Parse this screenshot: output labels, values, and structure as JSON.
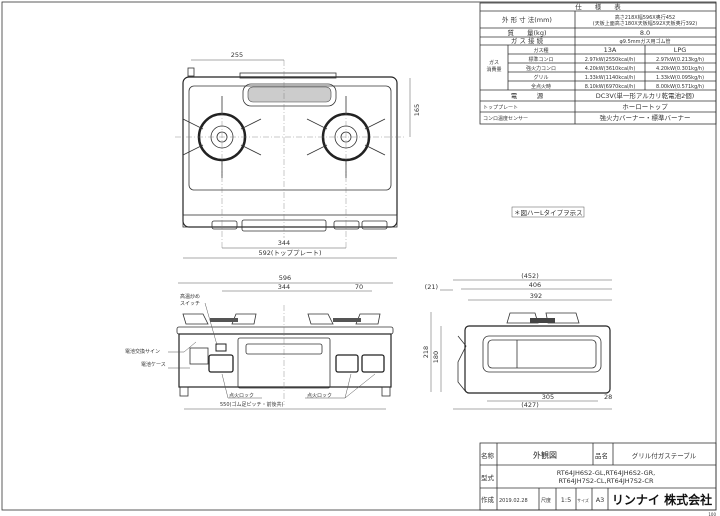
{
  "spec_table": {
    "title": "仕　　様　　表",
    "rows": {
      "outer_dims_label": "外 形 寸 法(mm)",
      "outer_dims_value1": "高さ218X幅596X奥行452",
      "outer_dims_value2": "(天板上面高さ180X天板幅592X天板奥行392)",
      "weight_label": "質　　量(kg)",
      "weight_value": "8.0",
      "gas_conn_label": "ガ ス 接 続",
      "gas_conn_value": "φ9.5mmガス用ゴム管",
      "gas_consumption_label1": "ガス",
      "gas_consumption_label2": "消費量",
      "gas_type_label": "ガス種",
      "gas_type_13a": "13A",
      "gas_type_lpg": "LPG",
      "items": [
        {
          "label": "標準コンロ",
          "v13a": "2.97kW(2550kcal/h)",
          "lpg": "2.97kW(0.213kg/h)"
        },
        {
          "label": "強火力コンロ",
          "v13a": "4.20kW(3610kcal/h)",
          "lpg": "4.20kW(0.301kg/h)"
        },
        {
          "label": "グリル",
          "v13a": "1.33kW(1140kcal/h)",
          "lpg": "1.33kW(0.095kg/h)"
        },
        {
          "label": "全点火時",
          "v13a": "8.10kW(6970kcal/h)",
          "lpg": "8.00kW(0.571kg/h)"
        }
      ],
      "power_label": "電　　　源",
      "power_value": "DC3V(単一形アルカリ乾電池2個)",
      "topplate_label": "トッププレート",
      "topplate_value": "ホーロートップ",
      "sensor_label": "コンロ温度センサー",
      "sensor_value": "強火力バーナー・標準バーナー"
    }
  },
  "note": "＊図ハーLタイプヲ示ス",
  "top_view": {
    "dim_255": "255",
    "dim_165": "165",
    "dim_344": "344",
    "dim_592": "592(トッププレート)"
  },
  "front_view": {
    "dim_596": "596",
    "dim_344": "344",
    "dim_70": "70",
    "switch_label1": "高温炒め",
    "switch_label2": "スイッチ",
    "battery_sign": "電池交換サイン",
    "battery_case": "電池ケース",
    "lock_left": "点火ロック",
    "lock_right": "点火ロック",
    "dim_550": "550(ゴム足ピッチ・前後共)"
  },
  "side_view": {
    "d452": "(452)",
    "d21": "(21)",
    "d406": "406",
    "d392": "392",
    "d218": "218",
    "d180": "180",
    "d305": "305",
    "d427": "(427)",
    "d28": "28"
  },
  "title_block": {
    "name_label": "名称",
    "name_value": "外観図",
    "product_label": "品名",
    "product_value": "グリル付ガステーブル",
    "model_label": "型式",
    "model_line1": "RT64JH6S2-GL,RT64JH6S2-GR,",
    "model_line2": "RT64JH7S2-CL,RT64JH7S2-CR",
    "created_label": "作成",
    "created_value": "2019.02.28",
    "scale_label": "尺度",
    "scale_value": "1:5",
    "size_label": "サイズ",
    "size_value": "A3",
    "company": "リンナイ 株式会社",
    "corner_mark": "100"
  }
}
